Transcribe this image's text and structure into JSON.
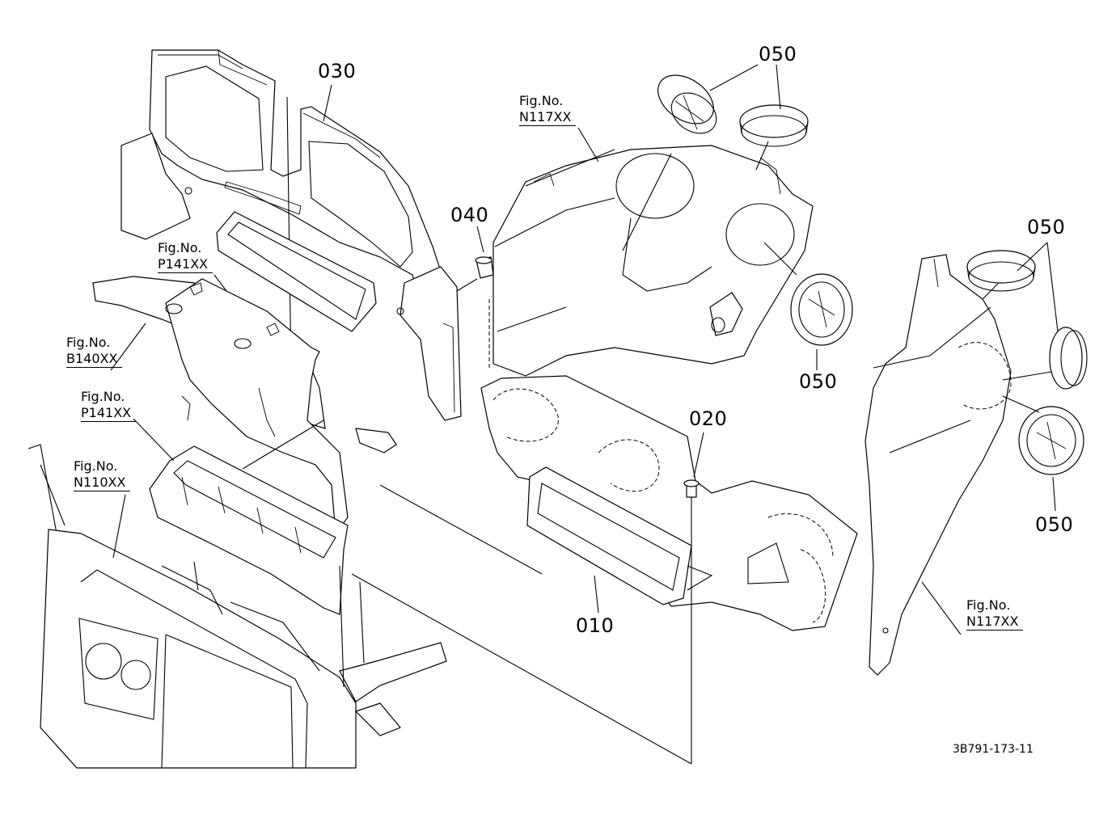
{
  "diagram": {
    "doc_id": "3B791-173-11",
    "parts": [
      {
        "id": "p010",
        "label": "010"
      },
      {
        "id": "p020",
        "label": "020"
      },
      {
        "id": "p030",
        "label": "030"
      },
      {
        "id": "p040",
        "label": "040"
      },
      {
        "id": "p050a",
        "label": "050"
      },
      {
        "id": "p050b",
        "label": "050"
      },
      {
        "id": "p050c",
        "label": "050"
      },
      {
        "id": "p050d",
        "label": "050"
      }
    ],
    "fig_refs": [
      {
        "id": "f1",
        "prefix": "Fig.No.",
        "code": "N117XX"
      },
      {
        "id": "f2",
        "prefix": "Fig.No.",
        "code": "P141XX"
      },
      {
        "id": "f3",
        "prefix": "Fig.No.",
        "code": "B140XX"
      },
      {
        "id": "f4",
        "prefix": "Fig.No.",
        "code": "P141XX"
      },
      {
        "id": "f5",
        "prefix": "Fig.No.",
        "code": "N110XX"
      },
      {
        "id": "f6",
        "prefix": "Fig.No.",
        "code": "N117XX"
      }
    ]
  }
}
